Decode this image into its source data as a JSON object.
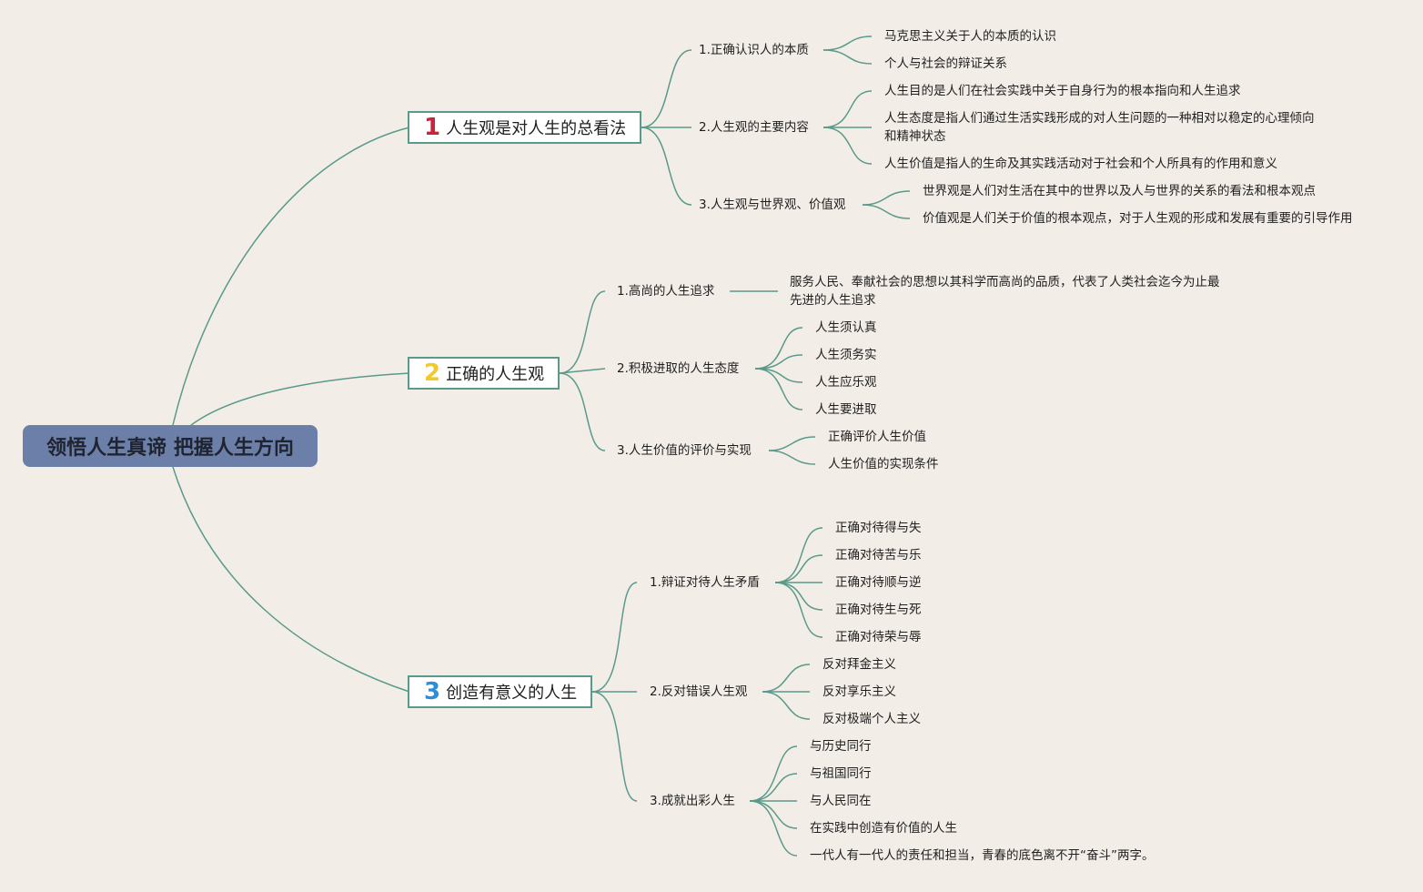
{
  "root": {
    "title": "领悟人生真谛 把握人生方向"
  },
  "branches": [
    {
      "number": "1",
      "badge_color": "#d0203a",
      "title": "人生观是对人生的总看法",
      "topics": [
        {
          "label": "1.正确认识人的本质",
          "items": [
            "马克思主义关于人的本质的认识",
            "个人与社会的辩证关系"
          ]
        },
        {
          "label": "2.人生观的主要内容",
          "items": [
            "人生目的是人们在社会实践中关于自身行为的根本指向和人生追求",
            "人生态度是指人们通过生活实践形成的对人生问题的一种相对以稳定的心理倾向",
            "和精神状态",
            "人生价值是指人的生命及其实践活动对于社会和个人所具有的作用和意义"
          ]
        },
        {
          "label": "3.人生观与世界观、价值观",
          "items": [
            "世界观是人们对生活在其中的世界以及人与世界的关系的看法和根本观点",
            "价值观是人们关于价值的根本观点，对于人生观的形成和发展有重要的引导作用"
          ]
        }
      ]
    },
    {
      "number": "2",
      "badge_color": "#f2c928",
      "title": "正确的人生观",
      "topics": [
        {
          "label": "1.高尚的人生追求",
          "items": [
            "服务人民、奉献社会的思想以其科学而高尚的品质，代表了人类社会迄今为止最",
            "先进的人生追求"
          ]
        },
        {
          "label": "2.积极进取的人生态度",
          "items": [
            "人生须认真",
            "人生须务实",
            "人生应乐观",
            "人生要进取"
          ]
        },
        {
          "label": "3.人生价值的评价与实现",
          "items": [
            "正确评价人生价值",
            "人生价值的实现条件"
          ]
        }
      ]
    },
    {
      "number": "3",
      "badge_color": "#2a8fd8",
      "title": "创造有意义的人生",
      "topics": [
        {
          "label": "1.辩证对待人生矛盾",
          "items": [
            "正确对待得与失",
            "正确对待苦与乐",
            "正确对待顺与逆",
            "正确对待生与死",
            "正确对待荣与辱"
          ]
        },
        {
          "label": "2.反对错误人生观",
          "items": [
            "反对拜金主义",
            "反对享乐主义",
            "反对极端个人主义"
          ]
        },
        {
          "label": "3.成就出彩人生",
          "items": [
            "与历史同行",
            "与祖国同行",
            "与人民同在",
            "在实践中创造有价值的人生",
            "一代人有一代人的责任和担当，青春的底色离不开“奋斗”两字。"
          ]
        }
      ]
    }
  ],
  "colors": {
    "background": "#f3ede8",
    "root_fill": "#6b7fa8",
    "link": "#5a9a8a"
  }
}
